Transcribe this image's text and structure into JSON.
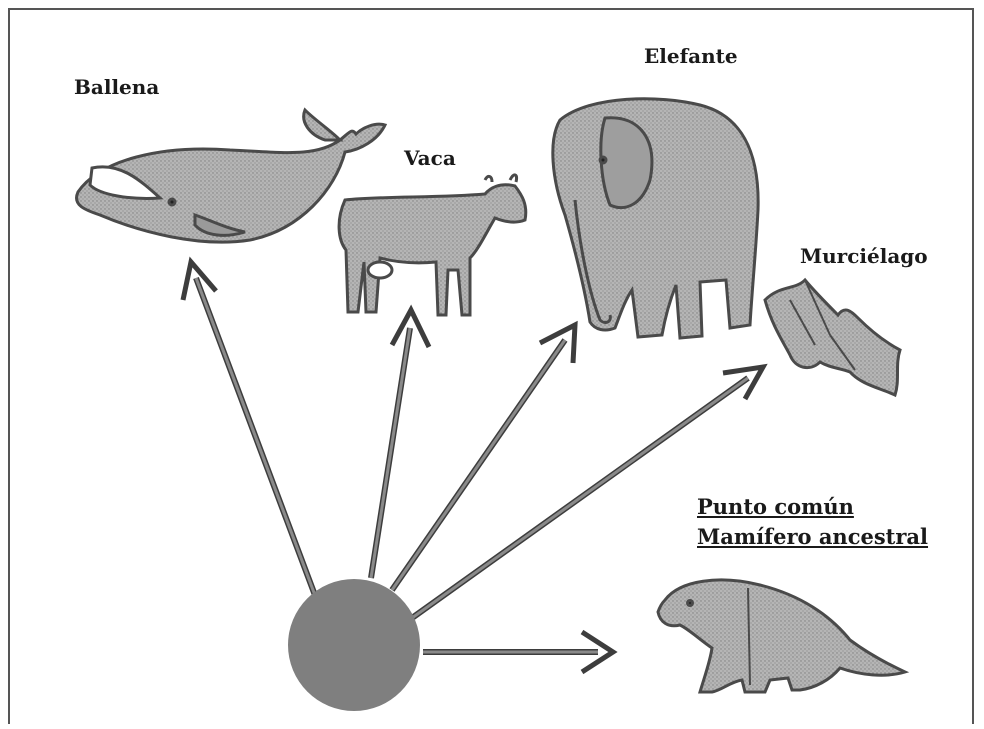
{
  "animals": {
    "whale": "Ballena",
    "cow": "Vaca",
    "elephant": "Elefante",
    "bat": "Murciélago"
  },
  "ancestor": {
    "line1": "Punto común",
    "line2": "Mamífero ancestral"
  },
  "colors": {
    "arrow": "#7a7a7a",
    "arrow_stroke": "#3d3d3d",
    "node": "#7f7f7f",
    "animal_fill": "#a9a9a9",
    "animal_stroke": "#4a4a4a"
  }
}
